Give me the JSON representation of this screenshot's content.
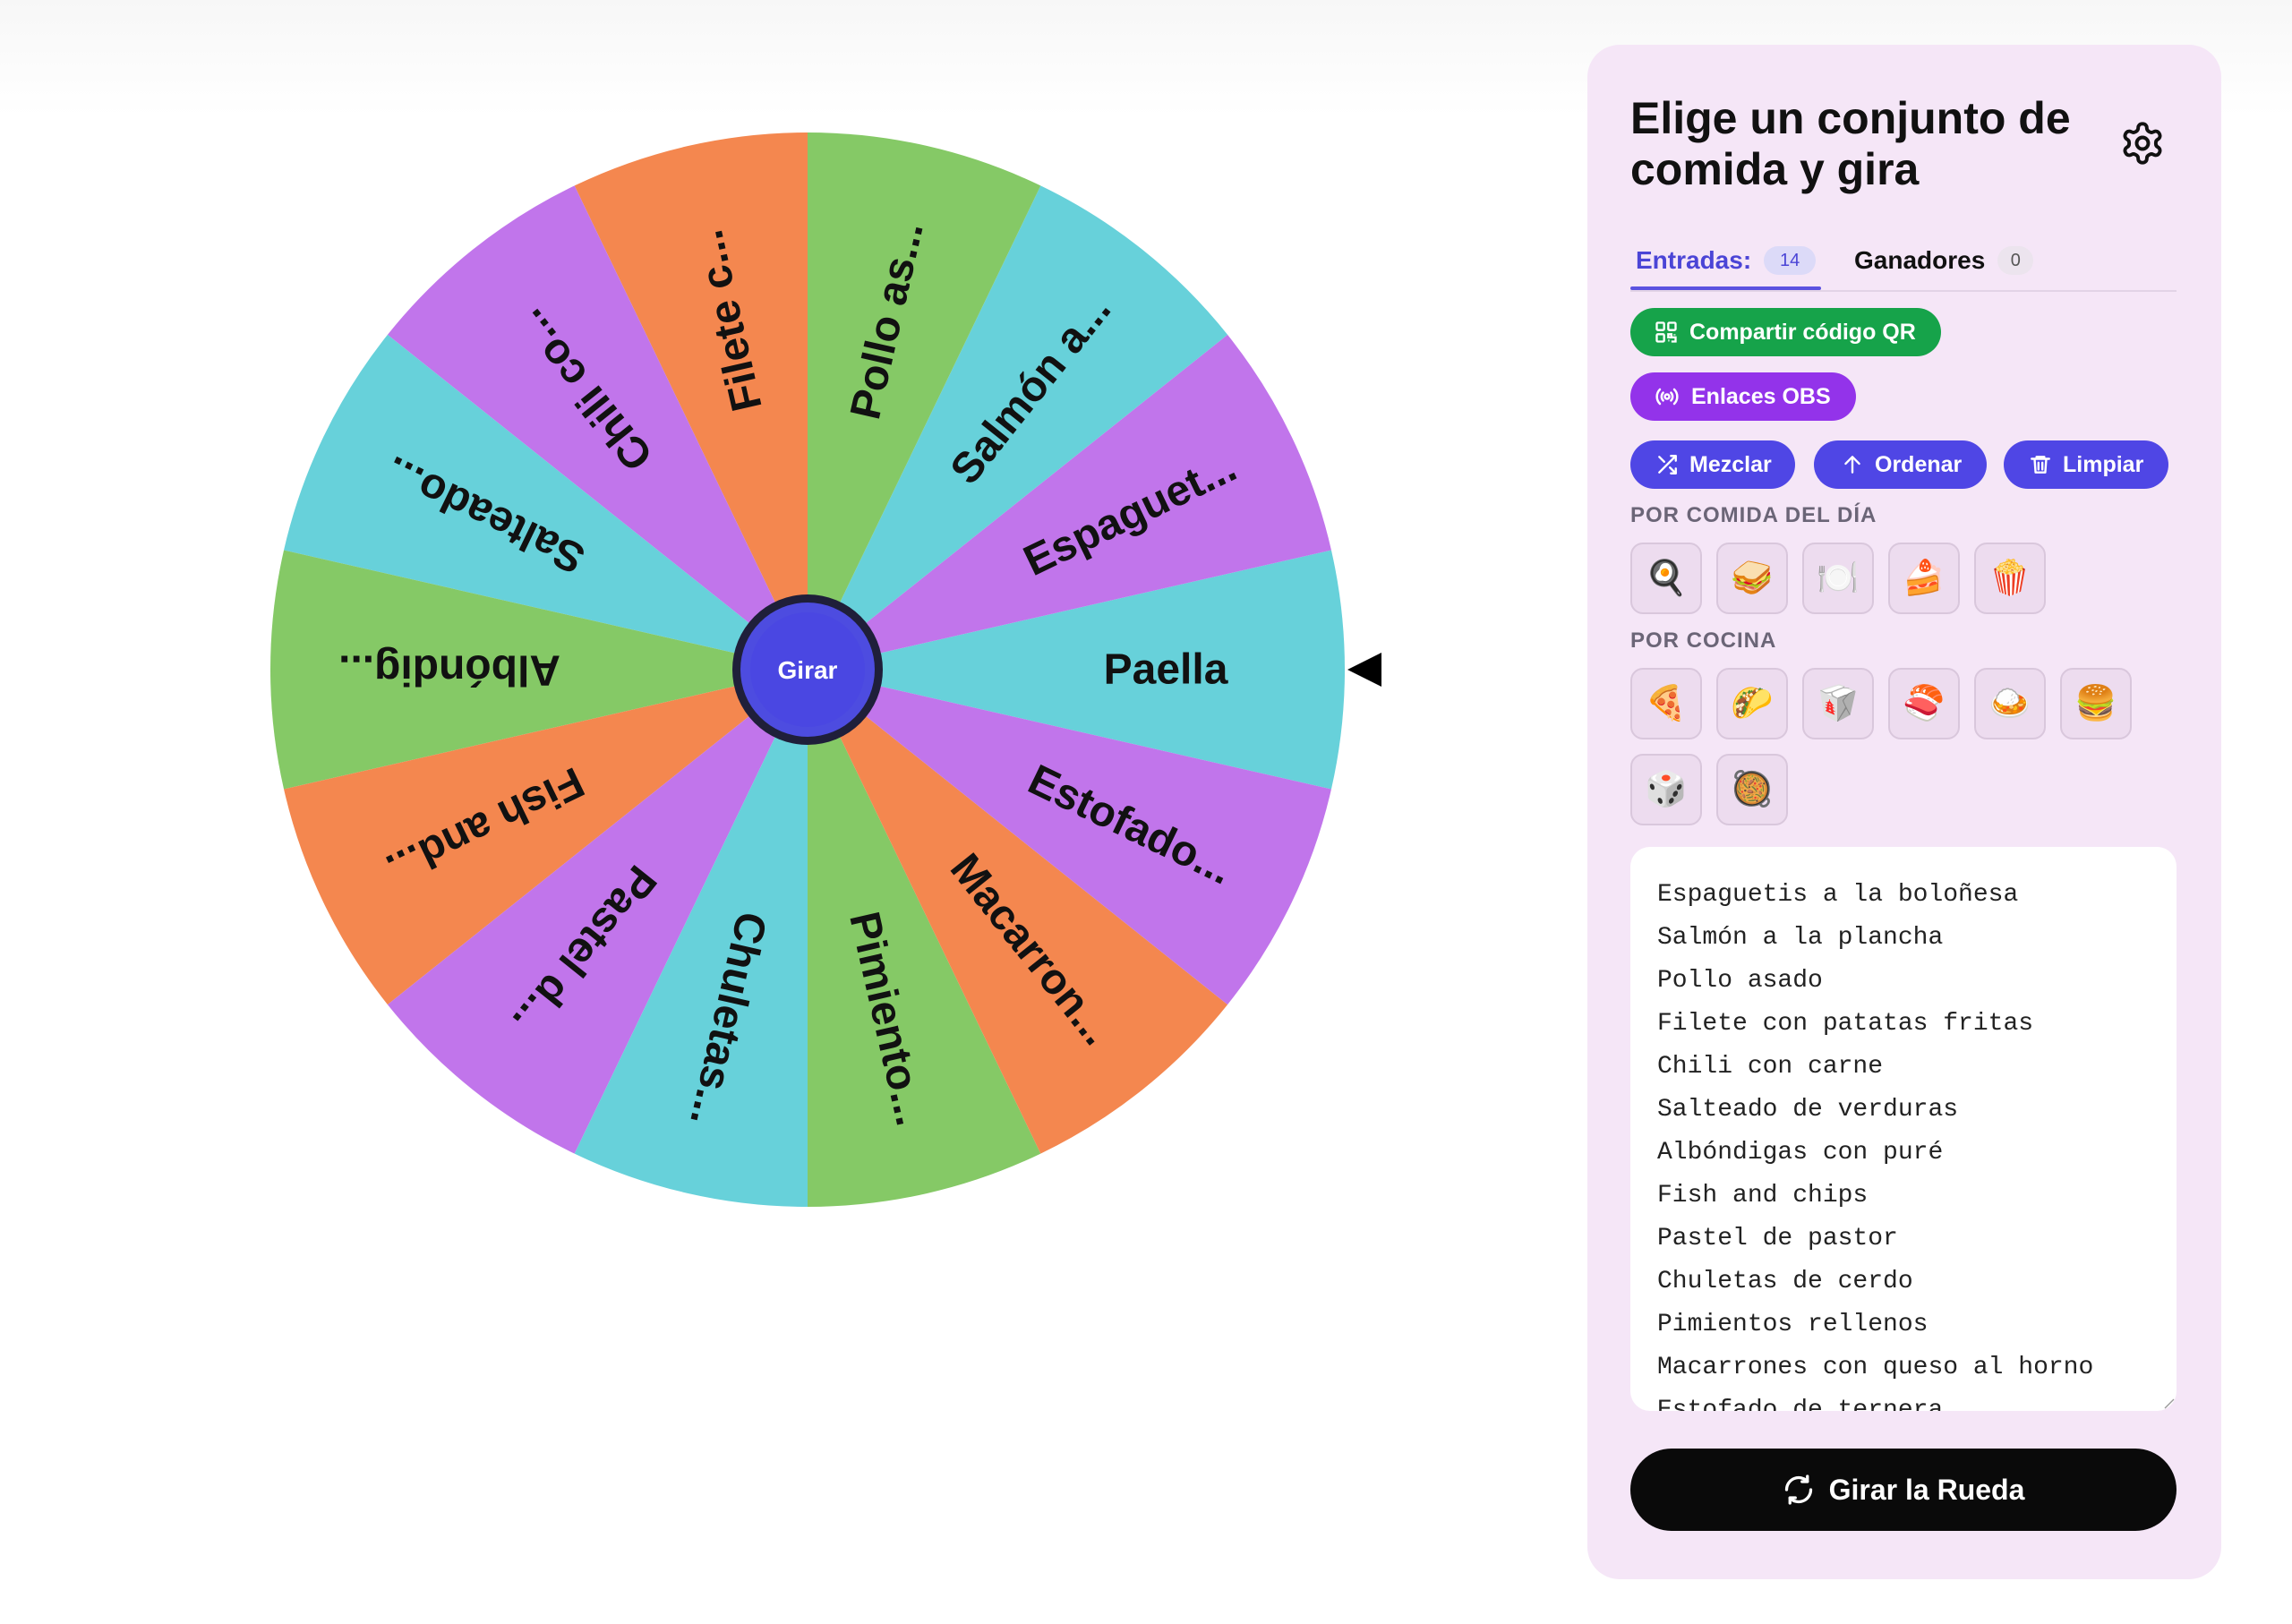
{
  "wheel": {
    "center_label": "Girar",
    "segments": [
      {
        "label": "Paella",
        "color": "#67d1da"
      },
      {
        "label": "Espaguet...",
        "color": "#c175eb"
      },
      {
        "label": "Salmón a...",
        "color": "#67d1da"
      },
      {
        "label": "Pollo as...",
        "color": "#85c966"
      },
      {
        "label": "Filete c...",
        "color": "#f4874f"
      },
      {
        "label": "Chili co...",
        "color": "#c175eb"
      },
      {
        "label": "Salteado...",
        "color": "#67d1da"
      },
      {
        "label": "Albóndig...",
        "color": "#85c966"
      },
      {
        "label": "Fish and...",
        "color": "#f4874f"
      },
      {
        "label": "Pastel d...",
        "color": "#c175eb"
      },
      {
        "label": "Chuletas...",
        "color": "#67d1da"
      },
      {
        "label": "Pimiento...",
        "color": "#85c966"
      },
      {
        "label": "Macarron...",
        "color": "#f4874f"
      },
      {
        "label": "Estofado...",
        "color": "#c175eb"
      }
    ]
  },
  "panel": {
    "title": "Elige un conjunto de comida y gira",
    "tabs": {
      "entries_label": "Entradas:",
      "entries_count": "14",
      "winners_label": "Ganadores",
      "winners_count": "0"
    },
    "buttons": {
      "share_qr": "Compartir código QR",
      "obs_links": "Enlaces OBS",
      "shuffle": "Mezclar",
      "sort": "Ordenar",
      "clear": "Limpiar"
    },
    "by_meal_label": "POR COMIDA DEL DÍA",
    "meal_presets": [
      "🍳",
      "🥪",
      "🍽️",
      "🍰",
      "🍿"
    ],
    "by_cuisine_label": "POR COCINA",
    "cuisine_presets": [
      "🍕",
      "🌮",
      "🥡",
      "🍣",
      "🍛",
      "🍔",
      "🎲",
      "🥘"
    ],
    "entries": [
      "Espaguetis a la boloñesa",
      "Salmón a la plancha",
      "Pollo asado",
      "Filete con patatas fritas",
      "Chili con carne",
      "Salteado de verduras",
      "Albóndigas con puré",
      "Fish and chips",
      "Pastel de pastor",
      "Chuletas de cerdo",
      "Pimientos rellenos",
      "Macarrones con queso al horno",
      "Estofado de ternera"
    ],
    "spin_button": "Girar la Rueda"
  }
}
